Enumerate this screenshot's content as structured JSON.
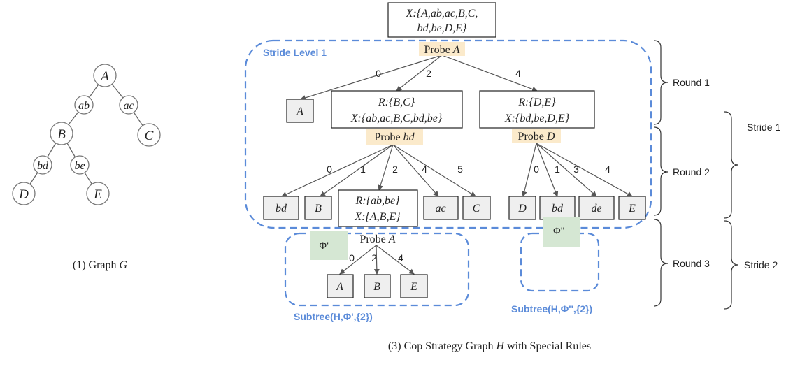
{
  "graph_g": {
    "nodes": [
      "A",
      "ab",
      "ac",
      "B",
      "C",
      "bd",
      "be",
      "D",
      "E"
    ],
    "edges": [
      [
        "A",
        "ab"
      ],
      [
        "A",
        "ac"
      ],
      [
        "ab",
        "B"
      ],
      [
        "ac",
        "C"
      ],
      [
        "B",
        "bd"
      ],
      [
        "B",
        "be"
      ],
      [
        "bd",
        "D"
      ],
      [
        "be",
        "E"
      ]
    ],
    "caption": {
      "prefix": "(1) Graph ",
      "var": "G"
    }
  },
  "graph_h": {
    "root": {
      "line1": "X:{A,ab,ac,B,C,",
      "line2": "bd,be,D,E}"
    },
    "probe_root": {
      "word": "Probe ",
      "target": "A"
    },
    "stride_level_label": "Stride Level 1",
    "level1": {
      "edge_labels": [
        "0",
        "2",
        "4"
      ],
      "leaf_A": "A",
      "mid_box": {
        "line1": "R:{B,C}",
        "line2": "X:{ab,ac,B,C,bd,be}"
      },
      "right_box": {
        "line1": "R:{D,E}",
        "line2": "X:{bd,be,D,E}"
      }
    },
    "probe_mid": {
      "word": "Probe ",
      "target": "bd"
    },
    "probe_right": {
      "word": "Probe ",
      "target": "D"
    },
    "level2_left": {
      "edge_labels": [
        "0",
        "1",
        "2",
        "4",
        "5"
      ],
      "leaf_bd": "bd",
      "leaf_B": "B",
      "mid_box": {
        "line1": "R:{ab,be}",
        "line2": "X:{A,B,E}"
      },
      "leaf_ac": "ac",
      "leaf_C": "C"
    },
    "level2_right": {
      "edge_labels": [
        "0",
        "1",
        "3",
        "4"
      ],
      "leaves": [
        "D",
        "bd",
        "de",
        "E"
      ]
    },
    "phi1": "Φ'",
    "phi2": "Φ''",
    "probe_sub": {
      "word": "Probe ",
      "target": "A"
    },
    "subtree1": {
      "edge_labels": [
        "0",
        "2",
        "4"
      ],
      "leaves": [
        "A",
        "B",
        "E"
      ]
    },
    "subtree1_label": "Subtree(H,Φ',{2})",
    "subtree2_label": "Subtree(H,Φ'',{2})",
    "rounds": [
      "Round 1",
      "Round 2",
      "Round 3"
    ],
    "strides": [
      "Stride 1",
      "Stride 2"
    ],
    "caption": {
      "prefix": "(3) Cop Strategy Graph ",
      "var": "H",
      "suffix": " with Special Rules"
    }
  },
  "colors": {
    "dashed_blue": "#5b8bd9",
    "probe_fill": "#fbeacb",
    "phi_fill": "#d5e7d3",
    "leaf_fill": "#efefef",
    "edge_gray": "#555555"
  }
}
